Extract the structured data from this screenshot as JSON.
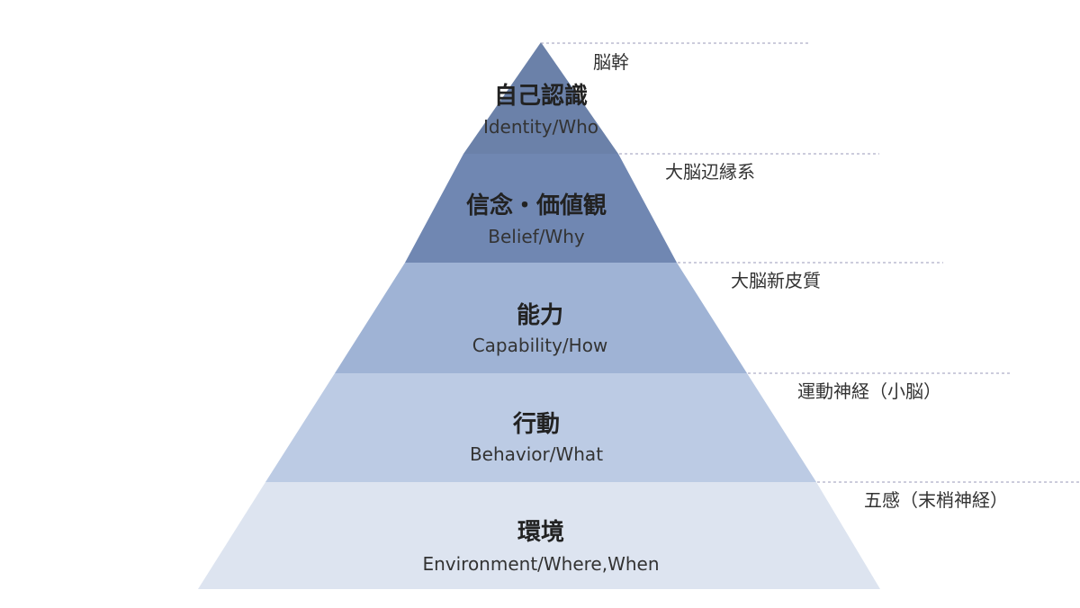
{
  "levels": [
    {
      "title": "自己認識",
      "subtitle": "Identity/Who",
      "color": "#6b81a9"
    },
    {
      "title": "信念・価値観",
      "subtitle": "Belief/Why",
      "color": "#7087b2"
    },
    {
      "title": "能力",
      "subtitle": "Capability/How",
      "color": "#9fb3d5"
    },
    {
      "title": "行動",
      "subtitle": "Behavior/What",
      "color": "#bccbe4"
    },
    {
      "title": "環境",
      "subtitle": "Environment/Where,When",
      "color": "#dde4f0"
    }
  ],
  "side_labels": [
    "脳幹",
    "大脳辺縁系",
    "大脳新皮質",
    "運動神経（小脳）",
    "五感（末梢神経）"
  ],
  "colors": {
    "guide_line": "#9a9ab8",
    "divider": "#ffffff"
  }
}
